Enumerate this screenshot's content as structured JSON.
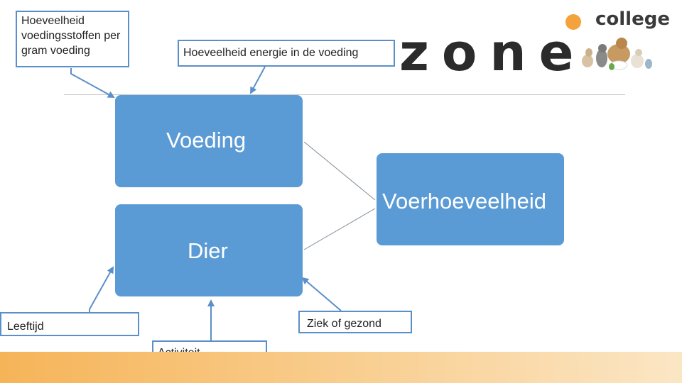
{
  "colors": {
    "node_fill": "#5b9bd5",
    "callout_border": "#5b8fc9",
    "arrow": "#5b8fc9",
    "brand_orange": "#f4a23c",
    "footer_gradient_start": "#f6b458",
    "footer_gradient_end": "#fbe6c4"
  },
  "logo": {
    "wordmark": "zone",
    "subtitle": "college",
    "icon": "animals-illustration"
  },
  "callouts": {
    "top_left": "Hoeveelheid voedingsstoffen per gram voeding",
    "top_middle": "Hoeveelheid energie in de voeding",
    "bottom_left": "Leeftijd",
    "bottom_middle": "Activiteit",
    "bottom_right": "Ziek of gezond"
  },
  "nodes": {
    "voeding": "Voeding",
    "dier": "Dier",
    "voerhoeveelheid": "Voerhoeveelheid"
  }
}
